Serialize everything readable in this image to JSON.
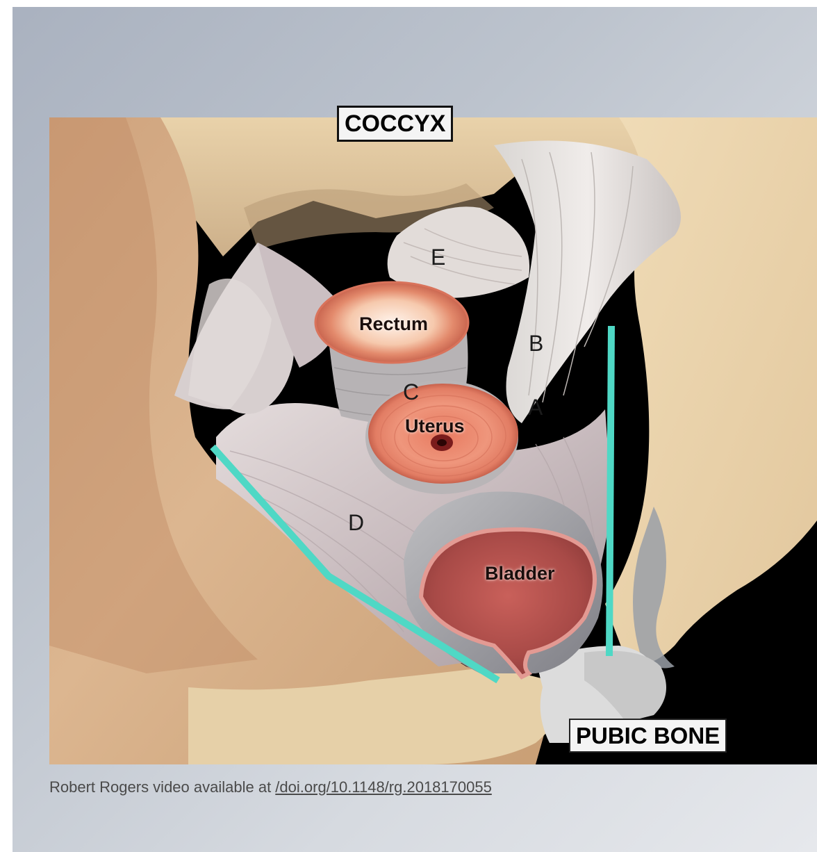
{
  "labels": {
    "coccyx": "COCCYX",
    "pubic_bone": "PUBIC BONE",
    "rectum": "Rectum",
    "uterus": "Uterus",
    "bladder": "Bladder",
    "muscle_a": "A",
    "muscle_b": "B",
    "muscle_c": "C",
    "muscle_d": "D",
    "muscle_e": "E"
  },
  "caption": {
    "text": "Robert Rogers video available at ",
    "link": "/doi.org/10.1148/rg.2018170055"
  },
  "colors": {
    "marker_line": "#4fd8c5",
    "bone": "#e8d3ae",
    "muscle": "#cfc7c7",
    "organ": "#e4856e",
    "background": "#000000"
  }
}
